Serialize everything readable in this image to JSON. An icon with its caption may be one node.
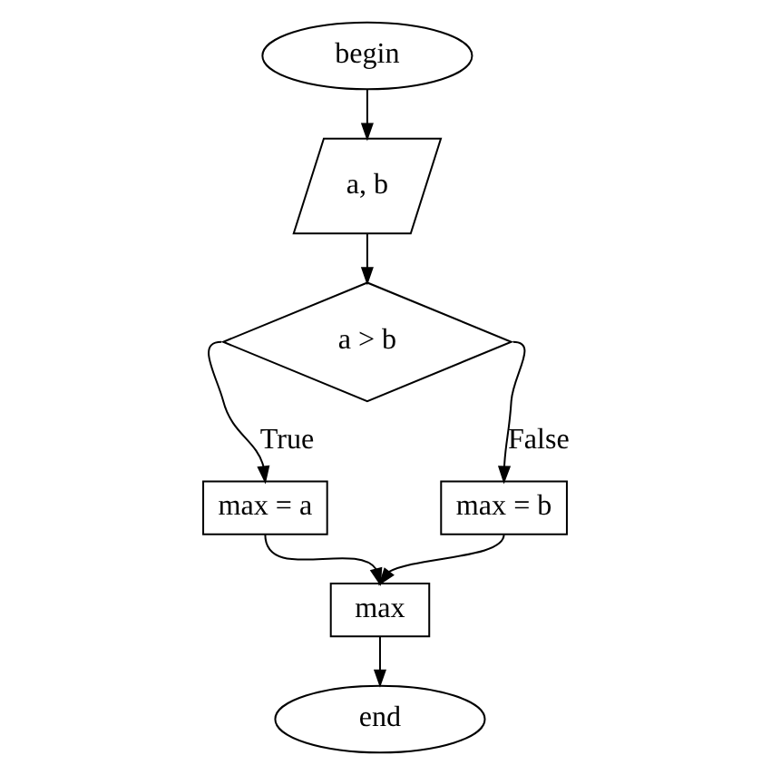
{
  "diagram": {
    "nodes": [
      {
        "text": [
          "begin"
        ]
      },
      {
        "text": [
          "a, b"
        ]
      },
      {
        "text": [
          "a > b"
        ]
      },
      {
        "text": [
          "max = a"
        ]
      },
      {
        "text": [
          "max = b"
        ]
      },
      {
        "text": [
          "max"
        ]
      },
      {
        "text": [
          "end"
        ]
      }
    ],
    "edges": [
      {
        "from": 0,
        "to": 1,
        "arrow": "to"
      },
      {
        "from": 1,
        "to": 2,
        "arrow": "to"
      },
      {
        "from": 2,
        "to": 3,
        "arrow": "to",
        "label": "True"
      },
      {
        "from": 2,
        "to": 4,
        "arrow": "to",
        "label": "False"
      },
      {
        "from": 3,
        "to": 5,
        "arrow": "to"
      },
      {
        "from": 4,
        "to": 5,
        "arrow": "to"
      },
      {
        "from": 5,
        "to": 6,
        "arrow": "to"
      }
    ]
  }
}
